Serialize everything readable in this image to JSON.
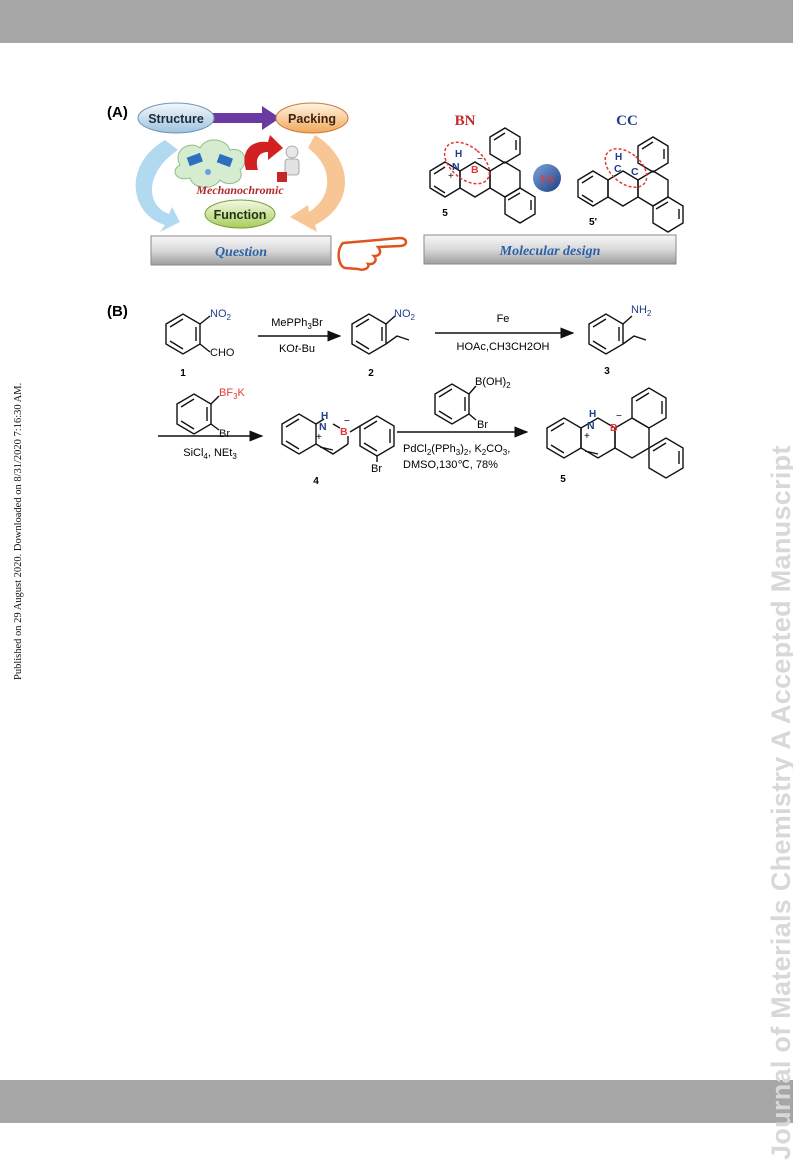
{
  "side_left_text": "Published on 29 August 2020. Downloaded on 8/31/2020 7:16:30 AM.",
  "side_right_text": "Journal of Materials Chemistry A Accepted Manuscript",
  "panelA": {
    "label": "(A)",
    "structure": "Structure",
    "packing": "Packing",
    "function": "Function",
    "mechanochromic": "Mechanochromic",
    "question": "Question",
    "molecular_design": "Molecular design",
    "bn": "BN",
    "cc": "CC",
    "vs": "VS",
    "cmpd5": "5",
    "cmpd5p": "5'",
    "atom_h": "H",
    "atom_n": "N",
    "atom_b": "B",
    "atom_c": "C",
    "plus": "+",
    "minus": "−"
  },
  "panelB": {
    "label": "(B)",
    "no2": "NO",
    "no2_sub": "2",
    "cho": "CHO",
    "nh2": "NH",
    "nh2_sub": "2",
    "bf3k_1": "BF",
    "bf3k_sub": "3",
    "bf3k_2": "K",
    "br": "Br",
    "boh2": "B(OH)",
    "boh2_sub": "2",
    "reagent1_top_1": "MePPh",
    "reagent1_top_sub": "3",
    "reagent1_top_2": "Br",
    "reagent1_bottom_1": "KO",
    "reagent1_bottom_it": "t",
    "reagent1_bottom_2": "-Bu",
    "reagent2_top": "Fe",
    "reagent2_bottom": "HOAc,CH3CH2OH",
    "reagent3_bottom_1": "SiCl",
    "reagent3_bottom_sub": "4",
    "reagent3_bottom_2": ", NEt",
    "reagent3_bottom_sub2": "3",
    "reagent4_line1_a": "PdCl",
    "reagent4_line1_s1": "2",
    "reagent4_line1_b": "(PPh",
    "reagent4_line1_s2": "3",
    "reagent4_line1_c": ")",
    "reagent4_line1_s3": "2",
    "reagent4_line1_d": ", K",
    "reagent4_line1_s4": "2",
    "reagent4_line1_e": "CO",
    "reagent4_line1_s5": "3",
    "reagent4_line1_f": ",",
    "reagent4_line2": "DMSO,130℃, 78%",
    "c1": "1",
    "c2": "2",
    "c3": "3",
    "c4": "4",
    "c5": "5",
    "atom_h": "H",
    "atom_n": "N",
    "atom_b": "B",
    "plus": "+",
    "minus": "−"
  }
}
